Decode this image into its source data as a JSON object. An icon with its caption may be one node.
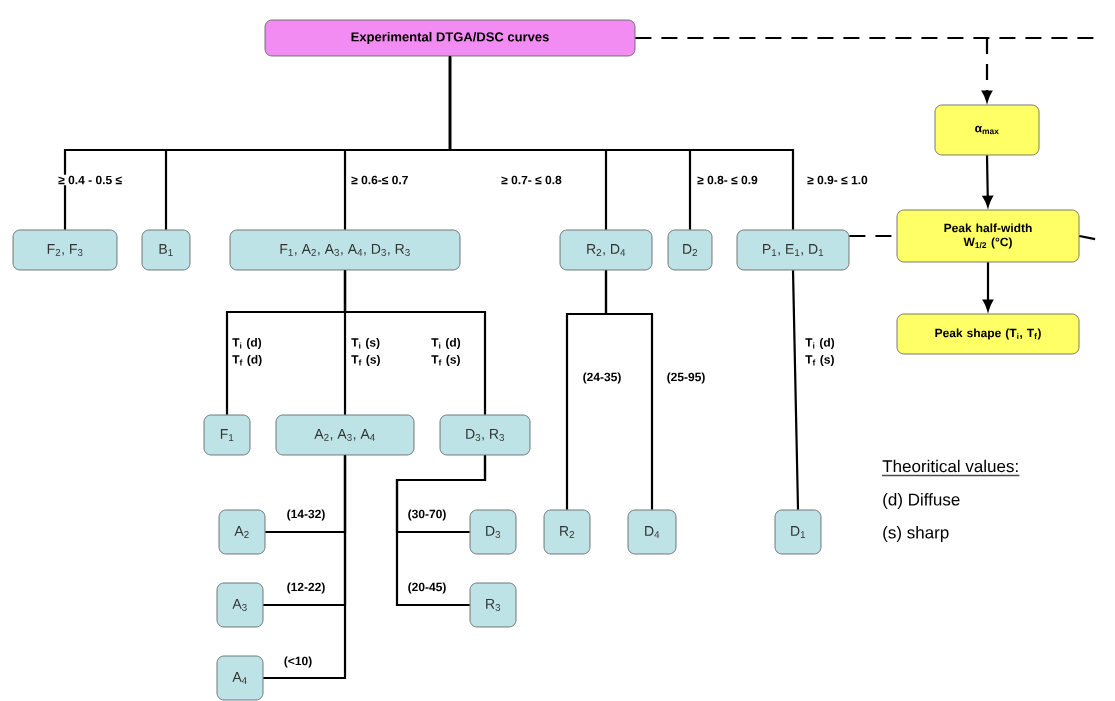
{
  "diagram": {
    "nodes": [
      {
        "text": [
          "Experimental DTGA/DSC curves"
        ]
      },
      {
        "text": [
          "α$_{max}$"
        ]
      },
      {
        "text": [
          "Peak half-width W$_{1/2}$ (°C)"
        ]
      },
      {
        "text": [
          "Peak shape (T$_{i}$, T$_{f}$)"
        ]
      },
      {
        "text": [
          "F$_{2}$, F$_{3}$"
        ]
      },
      {
        "text": [
          "B$_{1}$"
        ]
      },
      {
        "text": [
          "F$_{1}$, A$_{2}$, A$_{3}$, A$_{4}$, D$_{3}$, R$_{3}$"
        ]
      },
      {
        "text": [
          "R$_{2}$, D$_{4}$"
        ]
      },
      {
        "text": [
          "D$_{2}$"
        ]
      },
      {
        "text": [
          "P$_{1}$, E$_{1}$, D$_{1}$"
        ]
      },
      {
        "text": [
          "F$_{1}$"
        ]
      },
      {
        "text": [
          "A$_{2}$, A$_{3}$, A$_{4}$"
        ]
      },
      {
        "text": [
          "D$_{3}$, R$_{3}$"
        ]
      },
      {
        "text": [
          "A$_{2}$"
        ]
      },
      {
        "text": [
          "A$_{3}$"
        ]
      },
      {
        "text": [
          "A$_{4}$"
        ]
      },
      {
        "text": [
          "D$_{3}$"
        ]
      },
      {
        "text": [
          "R$_{3}$"
        ]
      },
      {
        "text": [
          "R$_{2}$"
        ]
      },
      {
        "text": [
          "D$_{4}$"
        ]
      },
      {
        "text": [
          "D$_{1}$"
        ]
      }
    ],
    "edges": [
      {
        "from": 0,
        "to": 4,
        "arrow": "none",
        "label": "≥ 0.4 - 0.5 ≤"
      },
      {
        "from": 0,
        "to": 5,
        "arrow": "none"
      },
      {
        "from": 0,
        "to": 6,
        "arrow": "none",
        "label": "≥ 0.6-≤ 0.7"
      },
      {
        "from": 0,
        "to": 7,
        "arrow": "none",
        "label": "≥ 0.7- ≤ 0.8"
      },
      {
        "from": 0,
        "to": 8,
        "arrow": "none",
        "label": "≥ 0.8- ≤ 0.9"
      },
      {
        "from": 0,
        "to": 9,
        "arrow": "none",
        "label": "≥ 0.9- ≤ 1.0"
      },
      {
        "from": 0,
        "to": 1,
        "arrow": "to",
        "style": "dashed"
      },
      {
        "from": 1,
        "to": 2,
        "arrow": "to"
      },
      {
        "from": 2,
        "to": 3,
        "arrow": "to"
      },
      {
        "from": 9,
        "to": 2,
        "arrow": "none",
        "style": "dashed"
      },
      {
        "from": 2,
        "to": null,
        "arrow": "none",
        "style": "dashed"
      },
      {
        "from": 6,
        "to": 10,
        "arrow": "none",
        "label": "T$_{i}$ (d) T$_{f}$ (d)"
      },
      {
        "from": 6,
        "to": 11,
        "arrow": "none",
        "label": "T$_{i}$ (s) T$_{f}$ (s)"
      },
      {
        "from": 6,
        "to": 12,
        "arrow": "none",
        "label": "T$_{i}$ (d) T$_{f}$ (s)"
      },
      {
        "from": 7,
        "to": 18,
        "arrow": "none",
        "label": "(24-35)"
      },
      {
        "from": 7,
        "to": 19,
        "arrow": "none",
        "label": "(25-95)"
      },
      {
        "from": 9,
        "to": 20,
        "arrow": "none",
        "label": "T$_{i}$ (d) T$_{f}$ (s)"
      },
      {
        "from": 11,
        "to": 13,
        "arrow": "none",
        "label": "(14-32)"
      },
      {
        "from": 11,
        "to": 14,
        "arrow": "none",
        "label": "(12-22)"
      },
      {
        "from": 11,
        "to": 15,
        "arrow": "none",
        "label": "(<10)"
      },
      {
        "from": 12,
        "to": 16,
        "arrow": "none",
        "label": "(30-70)"
      },
      {
        "from": 12,
        "to": 17,
        "arrow": "none",
        "label": "(20-45)"
      }
    ],
    "labels": [
      "Theoritical values:",
      "(d) Diffuse",
      "(s) sharp"
    ]
  }
}
